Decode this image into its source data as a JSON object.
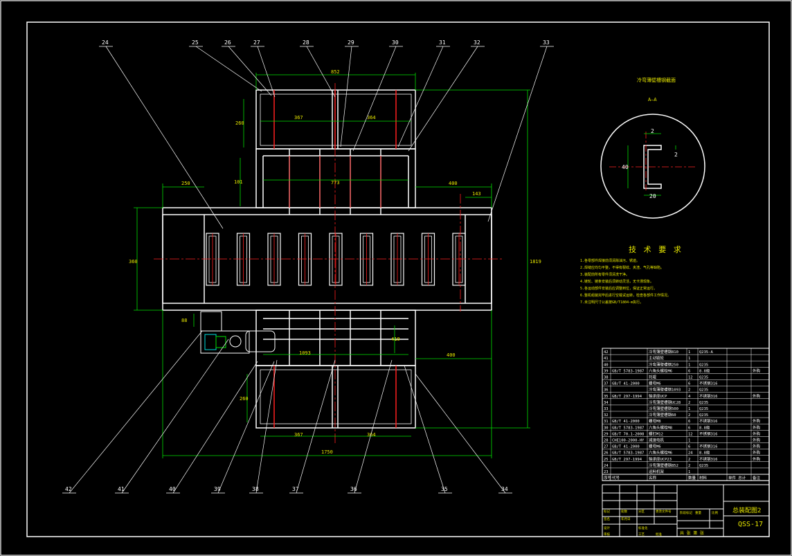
{
  "leaders": [
    "24",
    "25",
    "26",
    "27",
    "28",
    "29",
    "30",
    "31",
    "32",
    "33",
    "34",
    "35",
    "36",
    "37",
    "38",
    "39",
    "40",
    "41",
    "42"
  ],
  "dims": {
    "top_width": "852",
    "upper_left": "367",
    "upper_right": "364",
    "upper_height": "260",
    "mid_short": "101",
    "mid_width": "773",
    "left_overhang": "250",
    "right_overhang": "400",
    "small_right": "143",
    "body_height": "360",
    "total_height": "1819",
    "motor_off": "88",
    "lower_span": "1093",
    "lower_right": "400",
    "lower_vert": "410",
    "lower_left": "367",
    "lower_right2": "364",
    "lower_height": "260",
    "bottom_total": "1750"
  },
  "section": {
    "title": "冷弯薄壁槽钢截面",
    "mark": "A—A",
    "height": "40",
    "width": "20",
    "flange": "2",
    "thick": "2"
  },
  "tech_title": "技 术 要 求",
  "tech_lines": [
    "1.各零部件焊接前须清除油污、锈迹。",
    "2.焊缝应均匀平整，不得有裂纹、夹渣、气孔等缺陷。",
    "3.装配前所有零件须清洗干净。",
    "4.链轮、链条安装后须转动灵活，无卡滞现象。",
    "5.各运动部件安装后应调整到位，保证正常运行。",
    "6.整机组装完毕后进行空载试运转，检查各部件工作情况。",
    "7.未注明尺寸公差按GB/T1804-m执行。"
  ],
  "bom": [
    [
      "42",
      "",
      "冷弯薄壁槽钢810",
      "1",
      "Q235-A",
      "",
      ""
    ],
    [
      "41",
      "",
      "主动链轮",
      "1",
      "",
      "",
      ""
    ],
    [
      "40",
      "",
      "冷弯薄壁槽钢250",
      "1",
      "Q235",
      "",
      ""
    ],
    [
      "39",
      "GB/T 5783-1987",
      "六角头螺栓M6",
      "6",
      "8.8级",
      "",
      "外购"
    ],
    [
      "38",
      "",
      "托辊",
      "12",
      "Q235",
      "",
      ""
    ],
    [
      "37",
      "GB/T 41-2000",
      "螺母M6",
      "6",
      "不锈钢316",
      "",
      ""
    ],
    [
      "36",
      "",
      "冷弯薄壁槽钢1093",
      "2",
      "Q235",
      "",
      ""
    ],
    [
      "35",
      "GB/T 297-1994",
      "轴承座UCP",
      "4",
      "不锈钢316",
      "",
      "外购"
    ],
    [
      "34",
      "",
      "冷弯薄壁槽钢UC28",
      "2",
      "Q235",
      "",
      ""
    ],
    [
      "33",
      "",
      "冷弯薄壁槽钢500",
      "1",
      "Q235",
      "",
      ""
    ],
    [
      "32",
      "",
      "冷弯薄壁槽钢60",
      "2",
      "Q235",
      "",
      ""
    ],
    [
      "31",
      "GB/T 41-2000",
      "螺母M8",
      "6",
      "不锈钢316",
      "",
      "外购"
    ],
    [
      "30",
      "GB/T 5783-1987",
      "六角头螺栓M8",
      "6",
      "8.8级",
      "",
      "外购"
    ],
    [
      "29",
      "GB/T 70.1-2008",
      "螺钉M12",
      "12",
      "不锈钢316",
      "",
      "外购"
    ],
    [
      "28",
      "CHE100-2000-HY",
      "减速电机",
      "1",
      "",
      "",
      "外购"
    ],
    [
      "27",
      "GB/T 41-2000",
      "螺母M6",
      "6",
      "不锈钢316",
      "",
      "外购"
    ],
    [
      "26",
      "GB/T 5783-1987",
      "六角头螺栓M6",
      "24",
      "8.8级",
      "",
      "外购"
    ],
    [
      "25",
      "GB/T 297-1994",
      "轴承座UCP23",
      "2",
      "不锈钢316",
      "",
      "外购"
    ],
    [
      "24",
      "",
      "冷弯薄壁槽钢852",
      "2",
      "Q235",
      "",
      ""
    ],
    [
      "23",
      "",
      "运料机架",
      "1",
      "",
      "",
      ""
    ]
  ],
  "bom_header": [
    "序号",
    "代号",
    "名称",
    "数量",
    "材料",
    "单件 总计",
    "备注"
  ],
  "title_block": {
    "drawing_name": "总装配图2",
    "drawing_no": "QSS-17",
    "sheet": "共  张    第  张",
    "labels": [
      "标记",
      "处数",
      "分区",
      "更改文件号",
      "签名",
      "年月日",
      "设计",
      "标准化",
      "阶段标记",
      "重量",
      "比例",
      "审核",
      "工艺",
      "批准"
    ]
  },
  "colors": {
    "frame": "#ffffff",
    "green": "#00e000",
    "red": "#ff2020",
    "yellow": "#e8e800",
    "cyan": "#00e0e0"
  }
}
